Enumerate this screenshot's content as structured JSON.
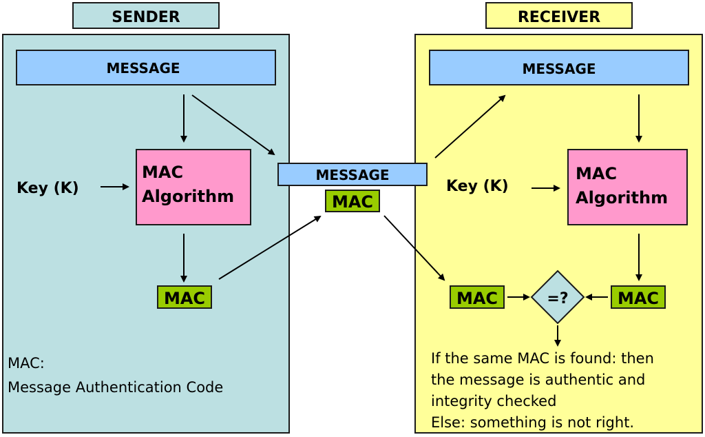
{
  "colors": {
    "sender_bg": "#bce0e2",
    "receiver_bg": "#ffff99",
    "message_bg": "#99ccff",
    "algorithm_bg": "#ff99cc",
    "mac_bg": "#99cc00",
    "compare_bg": "#bce0e2"
  },
  "sender": {
    "title": "SENDER",
    "message": "MESSAGE",
    "key": "Key (K)",
    "algorithm_line1": "MAC",
    "algorithm_line2": "Algorithm",
    "mac": "MAC",
    "legend_line1": "MAC:",
    "legend_line2": "Message Authentication Code"
  },
  "transit": {
    "message": "MESSAGE",
    "mac": "MAC"
  },
  "receiver": {
    "title": "RECEIVER",
    "message": "MESSAGE",
    "key": "Key (K)",
    "algorithm_line1": "MAC",
    "algorithm_line2": "Algorithm",
    "mac_received": "MAC",
    "mac_computed": "MAC",
    "compare": "=?",
    "result_lines": [
      "If the same MAC is found: then",
      "the message is authentic and",
      "integrity checked",
      "Else: something is not right."
    ]
  }
}
